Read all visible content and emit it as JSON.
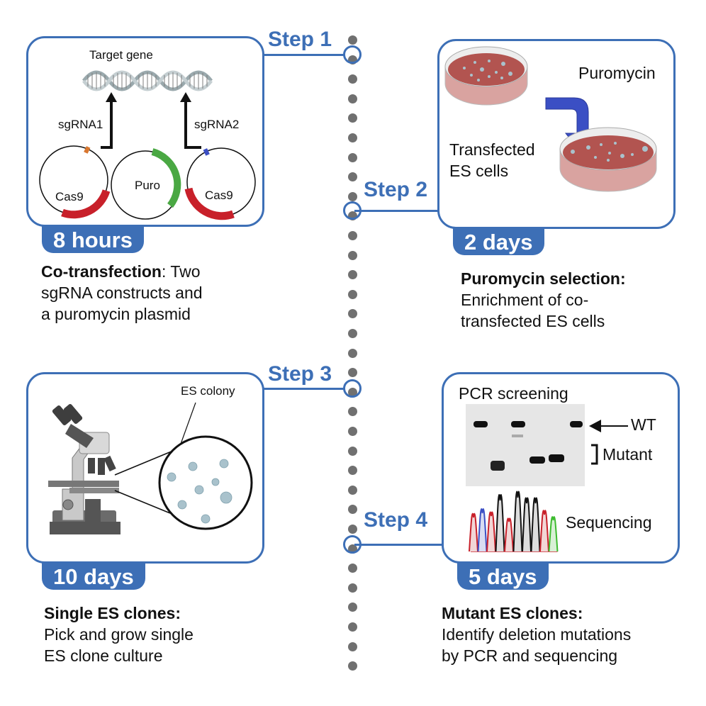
{
  "steps": [
    {
      "label": "Step 1",
      "duration": "8 hours",
      "title": "Co-transfection",
      "title_suffix": ": Two",
      "desc_lines": [
        "sgRNA constructs and",
        "a puromycin plasmid"
      ],
      "illustration": {
        "target_label": "Target gene",
        "sgrna1_label": "sgRNA1",
        "sgrna2_label": "sgRNA2",
        "plasmid1_label": "Cas9",
        "plasmid2_label": "Puro",
        "plasmid3_label": "Cas9",
        "colors": {
          "cas9": "#c8202a",
          "puro": "#4aa843",
          "sgrna1_marker": "#d9772f",
          "sgrna2_marker": "#3b4fc4"
        }
      }
    },
    {
      "label": "Step 2",
      "duration": "2 days",
      "title": "Puromycin selection:",
      "desc_lines": [
        "Enrichment of co-",
        "transfected ES cells"
      ],
      "illustration": {
        "drug_label": "Puromycin",
        "cells_label_line1": "Transfected",
        "cells_label_line2": "ES cells",
        "colors": {
          "arrow": "#3b4fc4",
          "medium": "#b25450"
        }
      }
    },
    {
      "label": "Step 3",
      "duration": "10 days",
      "title": "Single ES clones:",
      "desc_lines": [
        "Pick and grow single",
        "ES clone culture"
      ],
      "illustration": {
        "colony_label": "ES colony"
      }
    },
    {
      "label": "Step 4",
      "duration": "5 days",
      "title": "Mutant ES clones:",
      "desc_lines": [
        "Identify deletion mutations",
        "by PCR and sequencing"
      ],
      "illustration": {
        "pcr_label": "PCR screening",
        "wt_label": "WT",
        "mutant_label": "Mutant",
        "seq_label": "Sequencing",
        "chromatogram_peaks": [
          "red",
          "blue",
          "red",
          "black",
          "red",
          "black",
          "black",
          "black",
          "red",
          "green"
        ]
      }
    }
  ],
  "colors": {
    "accent": "#3d6fb6",
    "timeline_dot": "#707070"
  }
}
